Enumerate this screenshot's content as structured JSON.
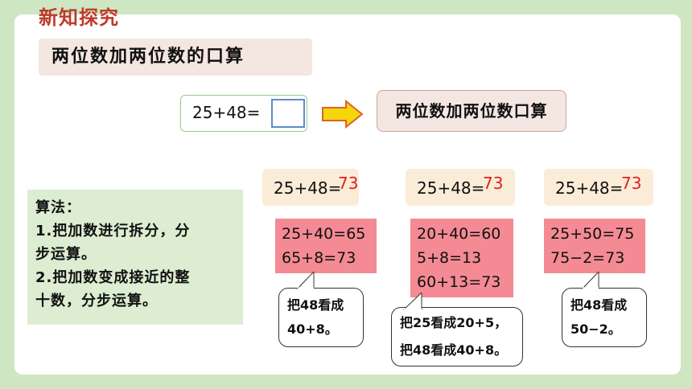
{
  "header": {
    "section_title": "新知探究"
  },
  "topic": {
    "label": "两位数加两位数的口算"
  },
  "problem": {
    "equation": "25+48="
  },
  "concept": {
    "label": "两位数加两位数口算"
  },
  "method": {
    "title": "算法：",
    "line1": "1.把加数进行拆分，分",
    "line2": "步运算。",
    "line3": "2.把加数变成接近的整",
    "line4": "十数，分步运算。"
  },
  "solutions": [
    {
      "equation": "25+48=",
      "answer": "73",
      "steps": [
        "25+40=65",
        "65+8=73"
      ],
      "note": [
        "把48看成",
        "40+8。"
      ]
    },
    {
      "equation": "25+48=",
      "answer": "73",
      "steps": [
        "20+40=60",
        "5+8=13",
        "60+13=73"
      ],
      "note": [
        "把25看成20+5，",
        "把48看成40+8。"
      ]
    },
    {
      "equation": "25+48=",
      "answer": "73",
      "steps": [
        "25+50=75",
        "75−2=73"
      ],
      "note": [
        "把48看成",
        "50−2。"
      ]
    }
  ],
  "colors": {
    "background": "#cfe6c2",
    "title_red": "#c0392b",
    "answer_red": "#e02020",
    "pink_box": "#f48a93",
    "arrow_yellow": "#f5d60a"
  }
}
